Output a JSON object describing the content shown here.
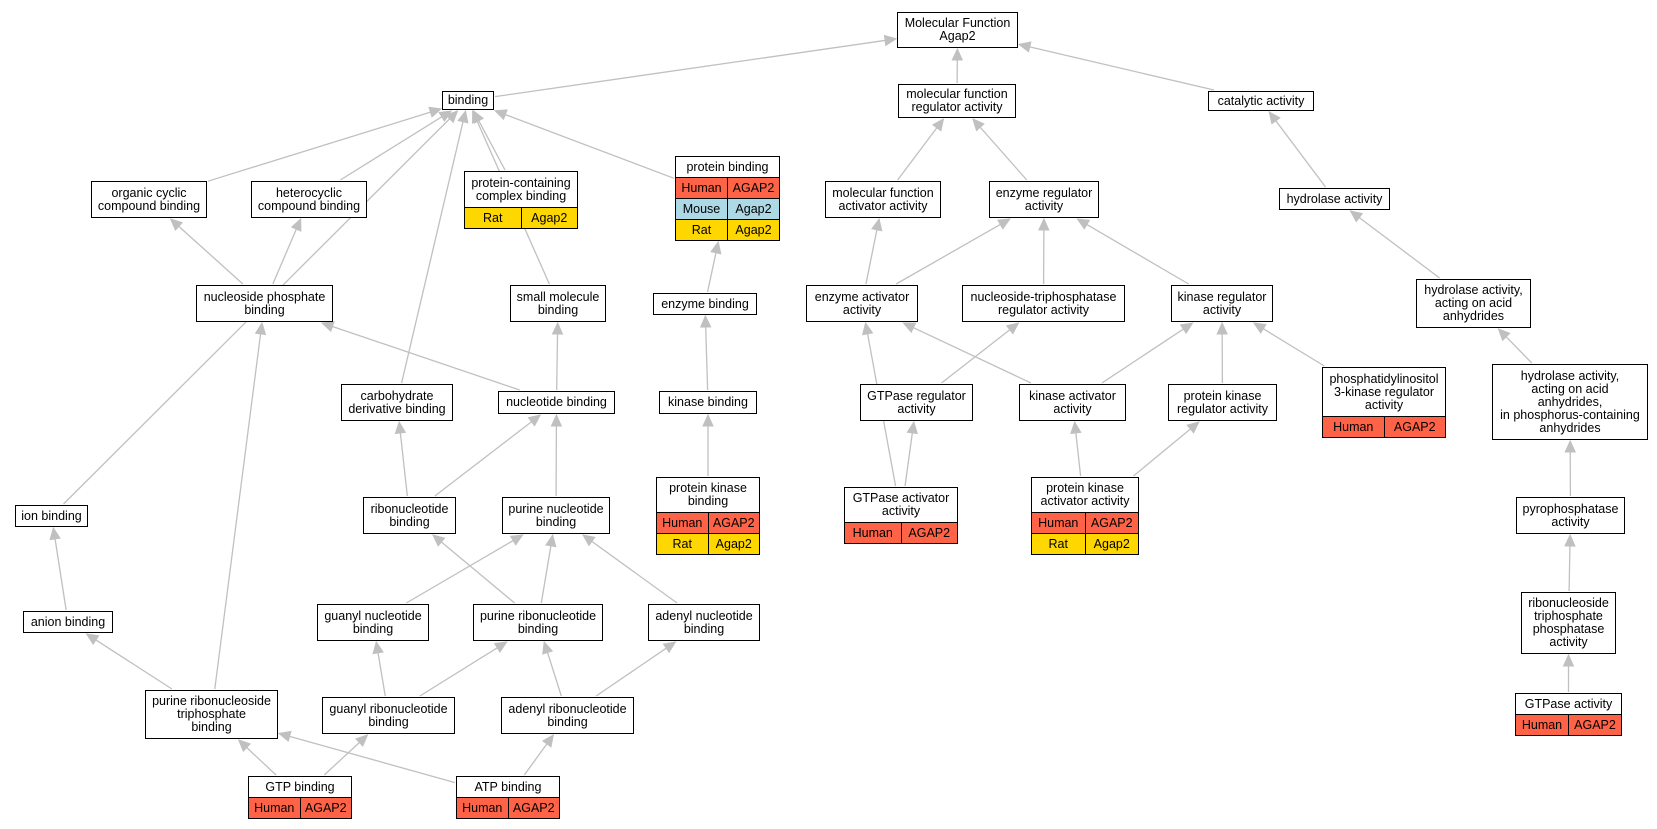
{
  "colors": {
    "edge": "#c0c0c0",
    "Human": "#ff6347",
    "Mouse": "#add8e6",
    "Rat": "#ffd700"
  },
  "nodes": [
    {
      "id": "mf",
      "label": "Molecular Function\nAgap2"
    },
    {
      "id": "binding",
      "label": "binding"
    },
    {
      "id": "mfra",
      "label": "molecular function\nregulator activity"
    },
    {
      "id": "catalytic",
      "label": "catalytic activity"
    },
    {
      "id": "organic",
      "label": "organic cyclic\ncompound binding"
    },
    {
      "id": "hetero",
      "label": "heterocyclic\ncompound binding"
    },
    {
      "id": "pcomplex",
      "label": "protein-containing\ncomplex binding",
      "annotations": [
        {
          "species": "Rat",
          "gene": "Agap2"
        }
      ]
    },
    {
      "id": "protein",
      "label": "protein binding",
      "annotations": [
        {
          "species": "Human",
          "gene": "AGAP2"
        },
        {
          "species": "Mouse",
          "gene": "Agap2"
        },
        {
          "species": "Rat",
          "gene": "Agap2"
        }
      ]
    },
    {
      "id": "mfaa",
      "label": "molecular function\nactivator activity"
    },
    {
      "id": "enzreg",
      "label": "enzyme regulator\nactivity"
    },
    {
      "id": "hydrolase",
      "label": "hydrolase activity"
    },
    {
      "id": "nucphos",
      "label": "nucleoside phosphate\nbinding"
    },
    {
      "id": "smallmol",
      "label": "small molecule\nbinding"
    },
    {
      "id": "enzbind",
      "label": "enzyme binding"
    },
    {
      "id": "enzact",
      "label": "enzyme activator\nactivity"
    },
    {
      "id": "ntpreg",
      "label": "nucleoside-triphosphatase\nregulator activity"
    },
    {
      "id": "kinreg",
      "label": "kinase regulator\nactivity"
    },
    {
      "id": "hydacid",
      "label": "hydrolase activity,\nacting on acid\nanhydrides"
    },
    {
      "id": "carbo",
      "label": "carbohydrate\nderivative binding"
    },
    {
      "id": "nucleo",
      "label": "nucleotide binding"
    },
    {
      "id": "kinbind",
      "label": "kinase binding"
    },
    {
      "id": "gtpreg",
      "label": "GTPase regulator\nactivity"
    },
    {
      "id": "kinact",
      "label": "kinase activator\nactivity"
    },
    {
      "id": "pkreg",
      "label": "protein kinase\nregulator activity"
    },
    {
      "id": "pi3k",
      "label": "phosphatidylinositol\n3-kinase regulator\nactivity",
      "annotations": [
        {
          "species": "Human",
          "gene": "AGAP2"
        }
      ]
    },
    {
      "id": "hydphos",
      "label": "hydrolase activity,\nacting on acid\nanhydrides,\nin phosphorus-containing\nanhydrides"
    },
    {
      "id": "ion",
      "label": "ion binding"
    },
    {
      "id": "ribonuc",
      "label": "ribonucleotide\nbinding"
    },
    {
      "id": "purnuc",
      "label": "purine nucleotide\nbinding"
    },
    {
      "id": "pkbind",
      "label": "protein kinase\nbinding",
      "annotations": [
        {
          "species": "Human",
          "gene": "AGAP2"
        },
        {
          "species": "Rat",
          "gene": "Agap2"
        }
      ]
    },
    {
      "id": "gtpact",
      "label": "GTPase activator\nactivity",
      "annotations": [
        {
          "species": "Human",
          "gene": "AGAP2"
        }
      ]
    },
    {
      "id": "pkact",
      "label": "protein kinase\nactivator activity",
      "annotations": [
        {
          "species": "Human",
          "gene": "AGAP2"
        },
        {
          "species": "Rat",
          "gene": "Agap2"
        }
      ]
    },
    {
      "id": "pyro",
      "label": "pyrophosphatase\nactivity"
    },
    {
      "id": "anion",
      "label": "anion binding"
    },
    {
      "id": "guanylnuc",
      "label": "guanyl nucleotide\nbinding"
    },
    {
      "id": "purribo",
      "label": "purine ribonucleotide\nbinding"
    },
    {
      "id": "adenylnuc",
      "label": "adenyl nucleotide\nbinding"
    },
    {
      "id": "ntpase",
      "label": "ribonucleoside\ntriphosphate\nphosphatase\nactivity"
    },
    {
      "id": "prnt",
      "label": "purine ribonucleoside\ntriphosphate\nbinding"
    },
    {
      "id": "guanylribo",
      "label": "guanyl ribonucleotide\nbinding"
    },
    {
      "id": "adenylribo",
      "label": "adenyl ribonucleotide\nbinding"
    },
    {
      "id": "gtpase",
      "label": "GTPase activity",
      "annotations": [
        {
          "species": "Human",
          "gene": "AGAP2"
        }
      ]
    },
    {
      "id": "gtp",
      "label": "GTP binding",
      "annotations": [
        {
          "species": "Human",
          "gene": "AGAP2"
        }
      ]
    },
    {
      "id": "atp",
      "label": "ATP binding",
      "annotations": [
        {
          "species": "Human",
          "gene": "AGAP2"
        }
      ]
    }
  ],
  "edges": [
    [
      "binding",
      "mf"
    ],
    [
      "mfra",
      "mf"
    ],
    [
      "catalytic",
      "mf"
    ],
    [
      "organic",
      "binding"
    ],
    [
      "hetero",
      "binding"
    ],
    [
      "pcomplex",
      "binding"
    ],
    [
      "protein",
      "binding"
    ],
    [
      "smallmol",
      "binding"
    ],
    [
      "carbo",
      "binding"
    ],
    [
      "ion",
      "binding"
    ],
    [
      "mfaa",
      "mfra"
    ],
    [
      "enzreg",
      "mfra"
    ],
    [
      "hydrolase",
      "catalytic"
    ],
    [
      "nucphos",
      "organic"
    ],
    [
      "nucphos",
      "hetero"
    ],
    [
      "enzbind",
      "protein"
    ],
    [
      "kinbind",
      "enzbind"
    ],
    [
      "pkbind",
      "kinbind"
    ],
    [
      "enzact",
      "mfaa"
    ],
    [
      "enzact",
      "enzreg"
    ],
    [
      "ntpreg",
      "enzreg"
    ],
    [
      "kinreg",
      "enzreg"
    ],
    [
      "hydacid",
      "hydrolase"
    ],
    [
      "hydphos",
      "hydacid"
    ],
    [
      "pyro",
      "hydphos"
    ],
    [
      "ntpase",
      "pyro"
    ],
    [
      "gtpase",
      "ntpase"
    ],
    [
      "nucleo",
      "smallmol"
    ],
    [
      "nucleo",
      "nucphos"
    ],
    [
      "ribonuc",
      "carbo"
    ],
    [
      "ribonuc",
      "nucleo"
    ],
    [
      "purnuc",
      "nucleo"
    ],
    [
      "gtpreg",
      "ntpreg"
    ],
    [
      "kinact",
      "enzact"
    ],
    [
      "kinact",
      "kinreg"
    ],
    [
      "pkreg",
      "kinreg"
    ],
    [
      "pi3k",
      "kinreg"
    ],
    [
      "gtpact",
      "gtpreg"
    ],
    [
      "gtpact",
      "enzact"
    ],
    [
      "pkact",
      "kinact"
    ],
    [
      "pkact",
      "pkreg"
    ],
    [
      "anion",
      "ion"
    ],
    [
      "guanylnuc",
      "purnuc"
    ],
    [
      "purribo",
      "purnuc"
    ],
    [
      "purribo",
      "ribonuc"
    ],
    [
      "adenylnuc",
      "purnuc"
    ],
    [
      "prnt",
      "anion"
    ],
    [
      "prnt",
      "nucphos"
    ],
    [
      "guanylribo",
      "guanylnuc"
    ],
    [
      "guanylribo",
      "purribo"
    ],
    [
      "adenylribo",
      "purribo"
    ],
    [
      "adenylribo",
      "adenylnuc"
    ],
    [
      "gtp",
      "prnt"
    ],
    [
      "gtp",
      "guanylribo"
    ],
    [
      "atp",
      "prnt"
    ],
    [
      "atp",
      "adenylribo"
    ]
  ]
}
